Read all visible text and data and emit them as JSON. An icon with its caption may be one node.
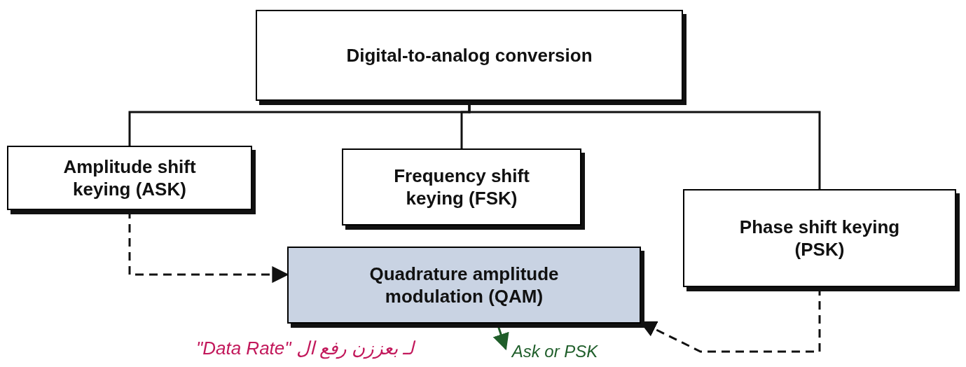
{
  "diagram": {
    "nodes": [
      {
        "text": [
          "Digital-to-analog conversion"
        ]
      },
      {
        "text": [
          "Amplitude shift keying (ASK)"
        ]
      },
      {
        "text": [
          "Frequency shift keying (FSK)"
        ]
      },
      {
        "text": [
          "Phase shift keying (PSK)"
        ]
      },
      {
        "text": [
          "Quadrature amplitude modulation (QAM)"
        ]
      },
      {
        "text": [
          "Ask or PSK"
        ]
      }
    ],
    "edges": [
      {
        "from": 0,
        "to": 1,
        "arrow": "none"
      },
      {
        "from": 0,
        "to": 2,
        "arrow": "none"
      },
      {
        "from": 0,
        "to": 3,
        "arrow": "none"
      },
      {
        "from": 1,
        "to": 4,
        "arrow": "to",
        "style": "dashed"
      },
      {
        "from": 3,
        "to": 4,
        "arrow": "to",
        "style": "dashed"
      },
      {
        "from": 4,
        "to": 5,
        "arrow": "to",
        "color": "#1f5e2a"
      }
    ],
    "labels": [
      "\"Data Rate\" لـ بعززن رفع ال"
    ]
  }
}
